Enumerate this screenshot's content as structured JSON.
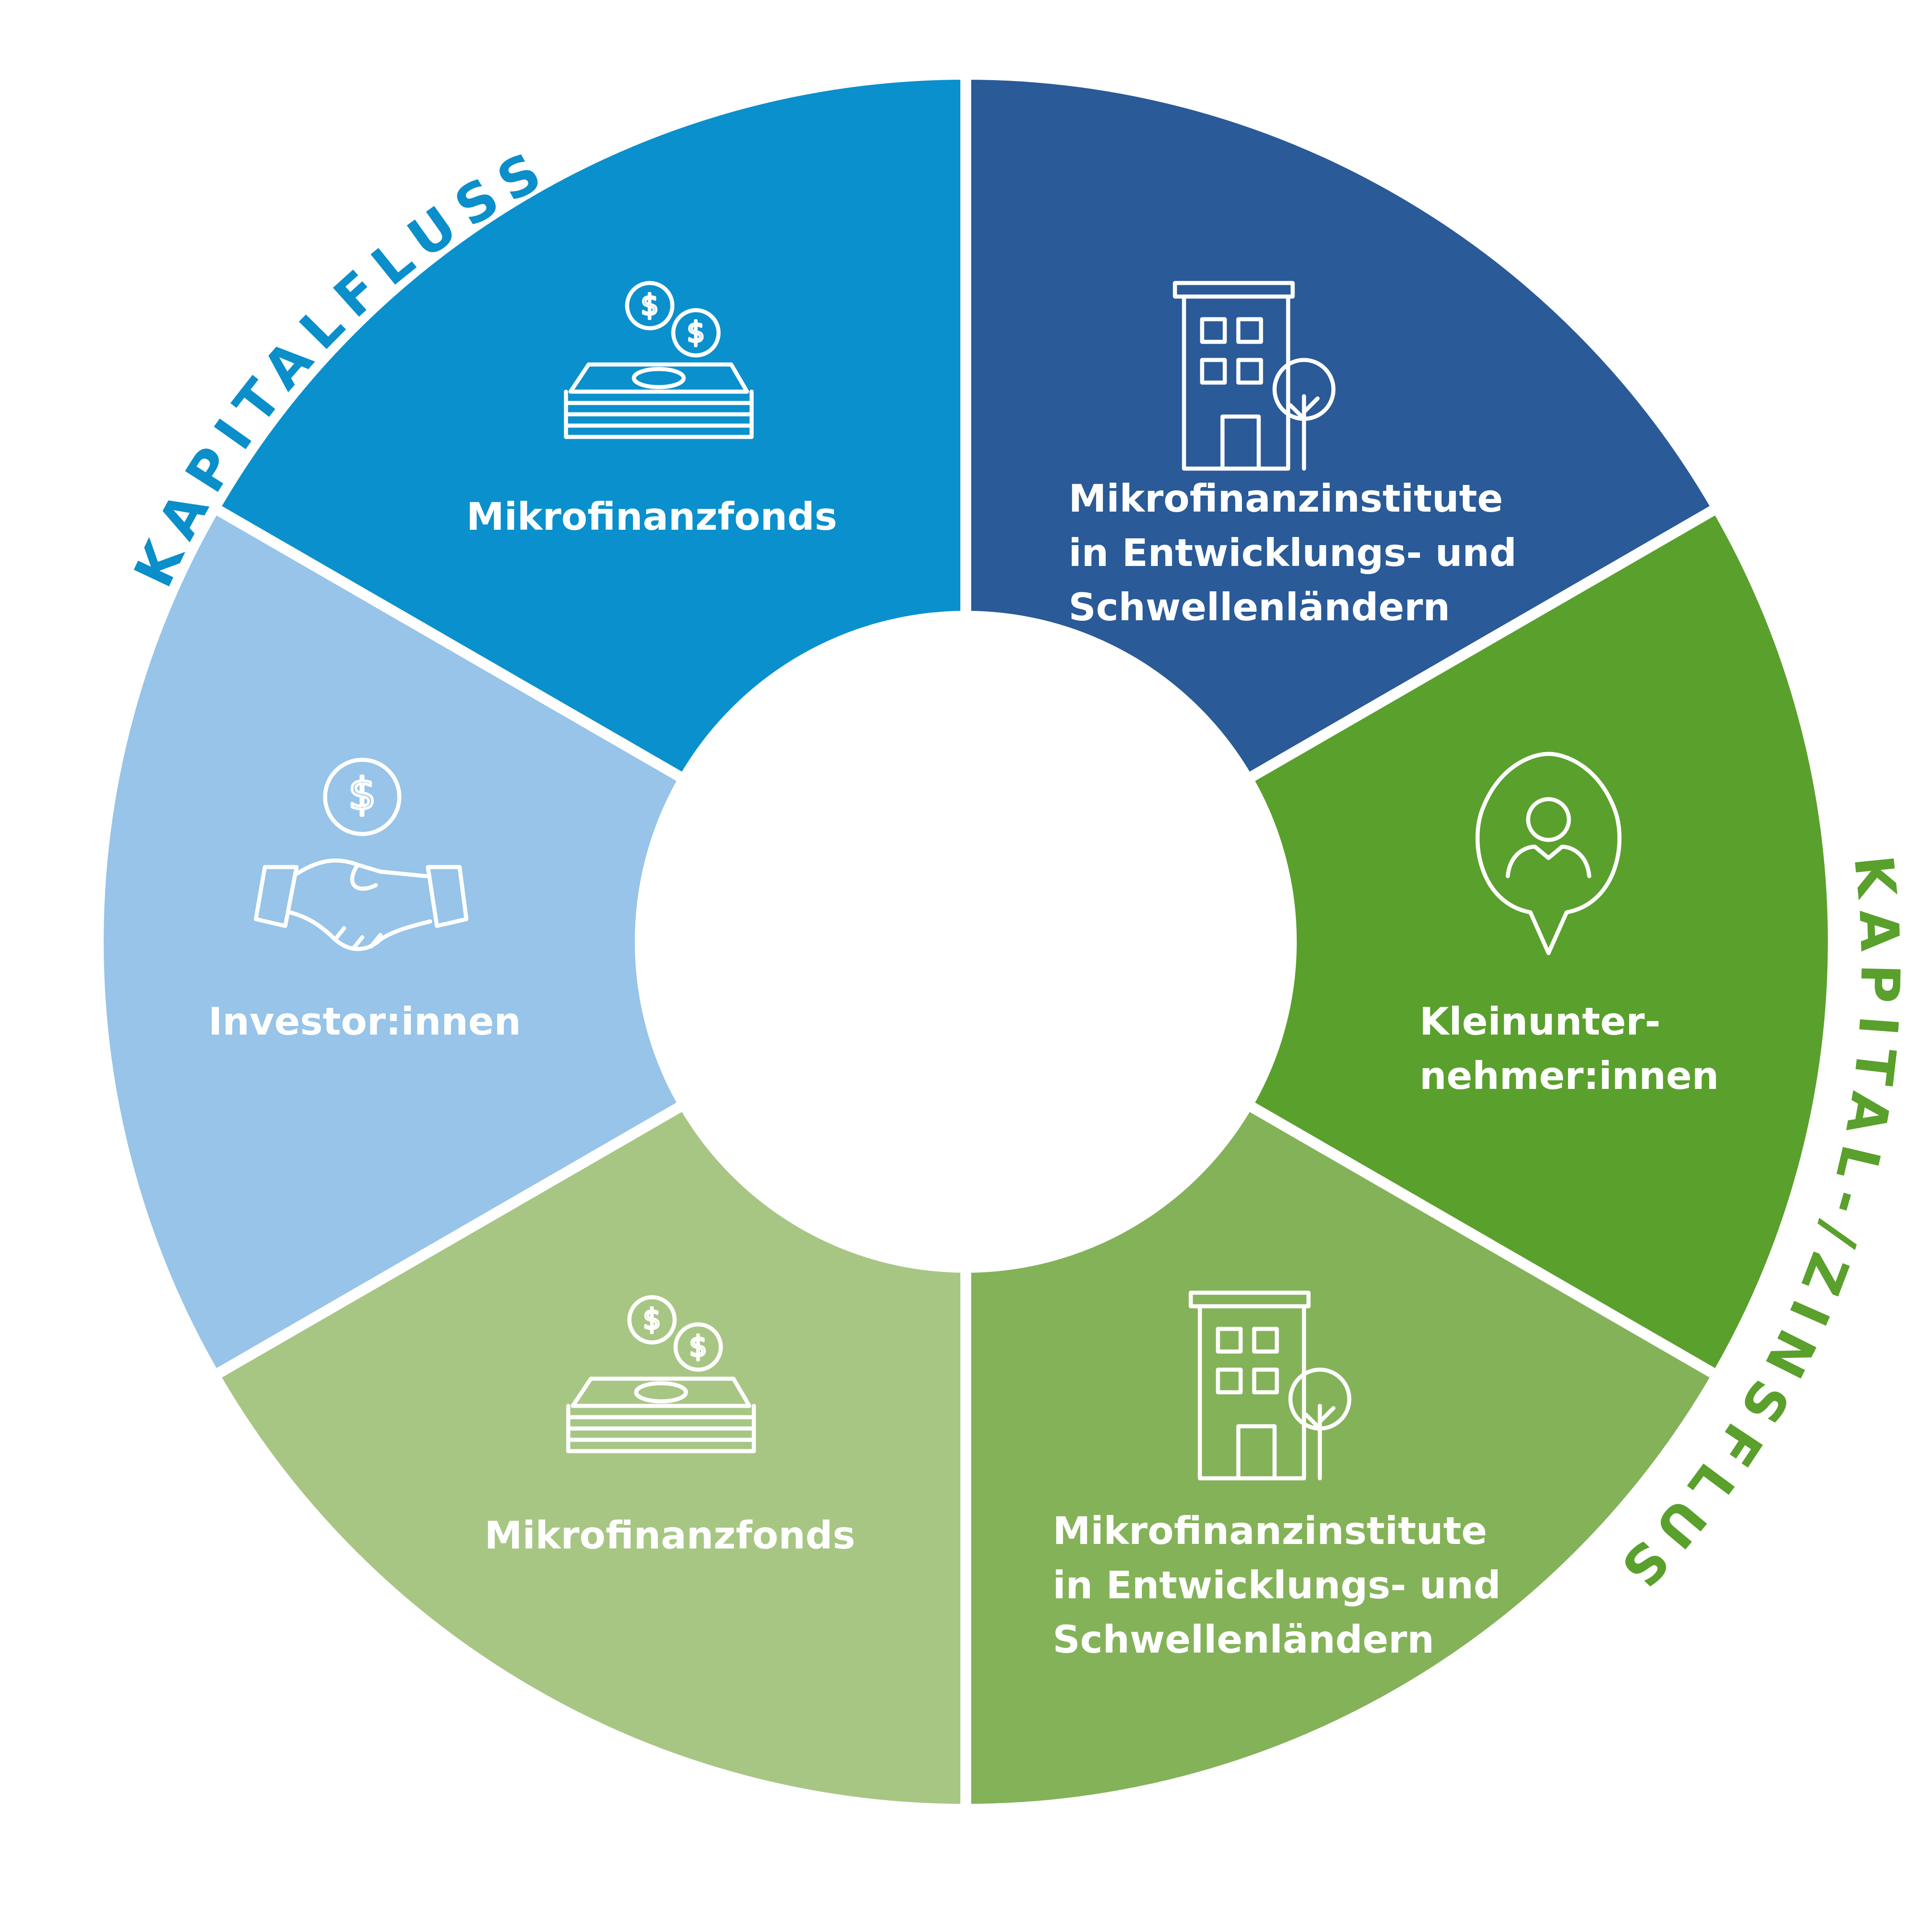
{
  "arc_labels": {
    "top_left": "KAPITALFLUSS",
    "right": "KAPITAL-/ZINSFLUSS"
  },
  "colors": {
    "top_left_text": "#0a8fcb",
    "right_text": "#5aa02c",
    "separator": "#ffffff"
  },
  "segments": [
    {
      "id": "investor",
      "color": "#97c4e8",
      "icon": "handshake-dollar-icon",
      "label_lines": [
        "Investor:innen"
      ]
    },
    {
      "id": "fund-top",
      "color": "#0a90cc",
      "icon": "money-stack-icon",
      "label_lines": [
        "Mikrofinanzfonds"
      ]
    },
    {
      "id": "institute-top",
      "color": "#2a5a97",
      "icon": "building-tree-icon",
      "label_lines": [
        "Mikrofinanzinstitute",
        "in Entwicklungs- und",
        "Schwellenländern"
      ]
    },
    {
      "id": "entrepreneur",
      "color": "#5aa02d",
      "icon": "person-pin-icon",
      "label_lines": [
        "Kleinunter-",
        "nehmer:innen"
      ]
    },
    {
      "id": "institute-bottom",
      "color": "#84b259",
      "icon": "building-tree-icon",
      "label_lines": [
        "Mikrofinanzinstitute",
        "in Entwicklungs- und",
        "Schwellenländern"
      ]
    },
    {
      "id": "fund-bottom",
      "color": "#a7c684",
      "icon": "money-stack-icon",
      "label_lines": [
        "Mikrofinanzfonds"
      ]
    }
  ]
}
